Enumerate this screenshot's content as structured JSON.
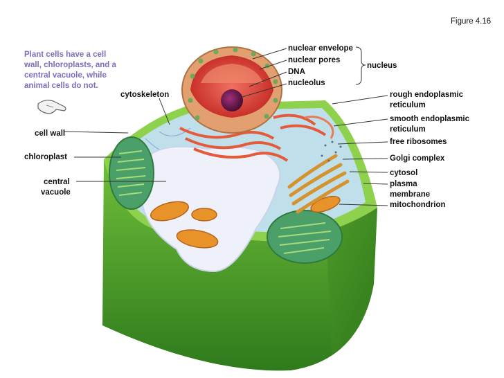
{
  "figure_label": "Figure 4.16",
  "note_lines": [
    "Plant cells have a cell",
    "wall, chloroplasts, and a",
    "central vacuole, while",
    "animal cells do not."
  ],
  "icons": {
    "pointer": "pointing-hand-icon"
  },
  "labels": {
    "cytoskeleton": "cytoskeleton",
    "cell_wall": "cell wall",
    "chloroplast": "chloroplast",
    "central_vacuole_1": "central",
    "central_vacuole_2": "vacuole",
    "nuclear_envelope": "nuclear envelope",
    "nuclear_pores": "nuclear pores",
    "dna": "DNA",
    "nucleolus": "nucleolus",
    "nucleus": "nucleus",
    "rough_er_1": "rough endoplasmic",
    "rough_er_2": "reticulum",
    "smooth_er_1": "smooth endoplasmic",
    "smooth_er_2": "reticulum",
    "free_ribosomes": "free ribosomes",
    "golgi": "Golgi complex",
    "cytosol": "cytosol",
    "plasma_1": "plasma",
    "plasma_2": "membrane",
    "mitochondrion": "mitochondrion"
  },
  "colors": {
    "cell_wall": "#5fa832",
    "cytosol": "#bfe0ea",
    "vacuole": "#eef1f9",
    "nucleus": "#e2433a",
    "nucleolus": "#6b1a4c",
    "golgi": "#f2b860",
    "mitochondrion": "#e8932a",
    "chloroplast": "#4ba069",
    "note_text": "#7a6fbf"
  }
}
